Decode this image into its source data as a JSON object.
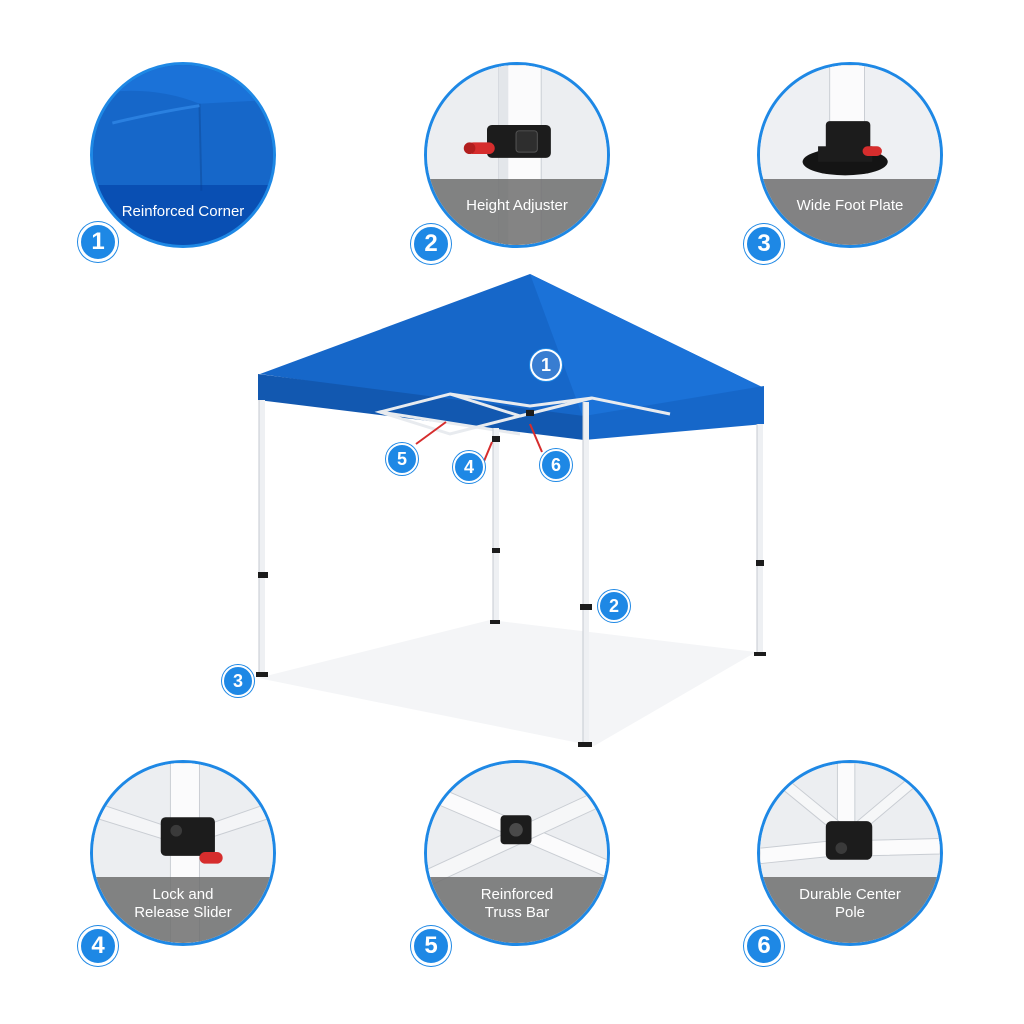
{
  "colors": {
    "accent": "#1e88e5",
    "canopy": "#1565c0",
    "canopy_dark": "#0d4fa8",
    "frame": "#f4f6f8",
    "connector": "#1c1c1c",
    "release_tab": "#d62d2d"
  },
  "features": [
    {
      "number": "1",
      "caption": "Reinforced Corner"
    },
    {
      "number": "2",
      "caption": "Height Adjuster"
    },
    {
      "number": "3",
      "caption": "Wide Foot Plate"
    },
    {
      "number": "4",
      "caption": "Lock and\nRelease Slider"
    },
    {
      "number": "5",
      "caption": "Reinforced\nTruss Bar"
    },
    {
      "number": "6",
      "caption": "Durable Center\nPole"
    }
  ],
  "tent_pins": [
    "1",
    "2",
    "3",
    "4",
    "5",
    "6"
  ]
}
